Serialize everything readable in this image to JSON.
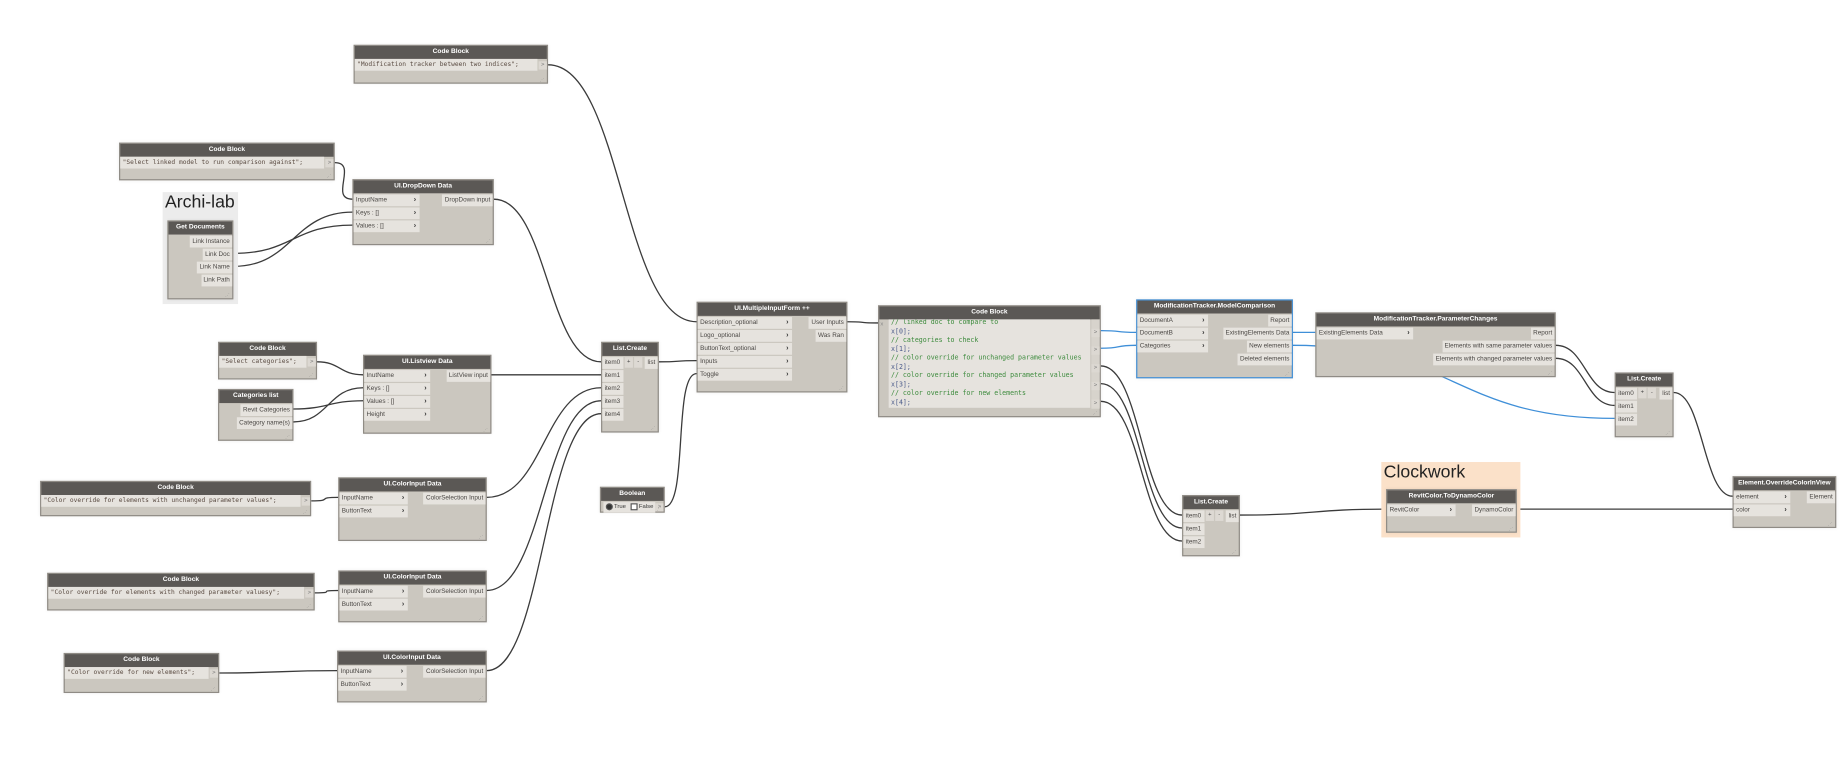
{
  "groups": [
    {
      "title": "Archi-lab",
      "color": "#ececec"
    },
    {
      "title": "Clockwork",
      "color": "#fbe1c9"
    }
  ],
  "nodes": [
    {
      "title": "Code Block",
      "code": [
        "\"Modification tracker between two indices\";"
      ]
    },
    {
      "title": "Code Block",
      "code": [
        "\"Select linked model to run comparison against\";"
      ]
    },
    {
      "title": "UI.DropDown Data",
      "inputs": [
        "InputName",
        "Keys : []",
        "Values : []"
      ],
      "outputs": [
        "DropDown input"
      ]
    },
    {
      "title": "Get Documents",
      "inputs": [],
      "outputs": [
        "Link Instance",
        "Link Doc",
        "Link Name",
        "Link Path"
      ]
    },
    {
      "title": "Code Block",
      "code": [
        "\"Select categories\";"
      ]
    },
    {
      "title": "Categories list",
      "inputs": [],
      "outputs": [
        "Revit Categories",
        "Category name(s)"
      ]
    },
    {
      "title": "UI.Listview Data",
      "inputs": [
        "InutName",
        "Keys : []",
        "Values : []",
        "Height"
      ],
      "outputs": [
        "ListView input"
      ]
    },
    {
      "title": "List.Create",
      "inputs": [
        "item0",
        "item1",
        "item2",
        "item3",
        "item4"
      ],
      "outputs": [
        "list"
      ],
      "buttons": [
        "+",
        "-"
      ]
    },
    {
      "title": "Boolean",
      "options": [
        "True",
        "False"
      ],
      "selected": "True"
    },
    {
      "title": "UI.MultipleInputForm ++",
      "inputs": [
        "Description_optional",
        "Logo_optional",
        "ButtonText_optional",
        "Inputs",
        "Toggle"
      ],
      "outputs": [
        "User Inputs",
        "Was Ran"
      ]
    },
    {
      "title": "Code Block",
      "input": "x",
      "code": [
        "// linked doc to compare to",
        "x[0];",
        "// categories to check",
        "x[1];",
        "// color override for unchanged parameter values",
        "x[2];",
        "// color override for changed parameter values",
        "x[3];",
        "// color override for new elements",
        "x[4];"
      ]
    },
    {
      "title": "Code Block",
      "code": [
        "\"Color override for elements with unchanged parameter values\";"
      ]
    },
    {
      "title": "UI.ColorInput Data",
      "inputs": [
        "InputName",
        "ButtonText"
      ],
      "outputs": [
        "ColorSelection Input"
      ]
    },
    {
      "title": "Code Block",
      "code": [
        "\"Color override for elements with changed parameter valuesy\";"
      ]
    },
    {
      "title": "UI.ColorInput Data",
      "inputs": [
        "InputName",
        "ButtonText"
      ],
      "outputs": [
        "ColorSelection Input"
      ]
    },
    {
      "title": "Code Block",
      "code": [
        "\"Color override for new elements\";"
      ]
    },
    {
      "title": "UI.ColorInput Data",
      "inputs": [
        "InputName",
        "ButtonText"
      ],
      "outputs": [
        "ColorSelection Input"
      ]
    },
    {
      "title": "ModificationTracker.ModelComparison",
      "inputs": [
        "DocumentA",
        "DocumentB",
        "Categories"
      ],
      "outputs": [
        "Report",
        "ExistingElements Data",
        "New elements",
        "Deleted elements"
      ],
      "selected": true
    },
    {
      "title": "ModificationTracker.ParameterChanges",
      "inputs": [
        "ExistingElements Data"
      ],
      "outputs": [
        "Report",
        "Elements with same parameter values",
        "Elements with changed parameter values"
      ]
    },
    {
      "title": "List.Create",
      "inputs": [
        "item0",
        "item1",
        "item2"
      ],
      "outputs": [
        "list"
      ],
      "buttons": [
        "+",
        "-"
      ]
    },
    {
      "title": "List.Create",
      "inputs": [
        "item0",
        "item1",
        "item2"
      ],
      "outputs": [
        "list"
      ],
      "buttons": [
        "+",
        "-"
      ]
    },
    {
      "title": "RevitColor.ToDynamoColor",
      "inputs": [
        "RevitColor"
      ],
      "outputs": [
        "DynamoColor"
      ]
    },
    {
      "title": "Element.OverrideColorInView",
      "inputs": [
        "element",
        "color"
      ],
      "outputs": [
        "Element"
      ]
    }
  ],
  "colors": {
    "wire": "#3b3b3b",
    "wire_selected": "#3f8fd8",
    "header": "#5b5855",
    "body": "#cbc7bf"
  }
}
